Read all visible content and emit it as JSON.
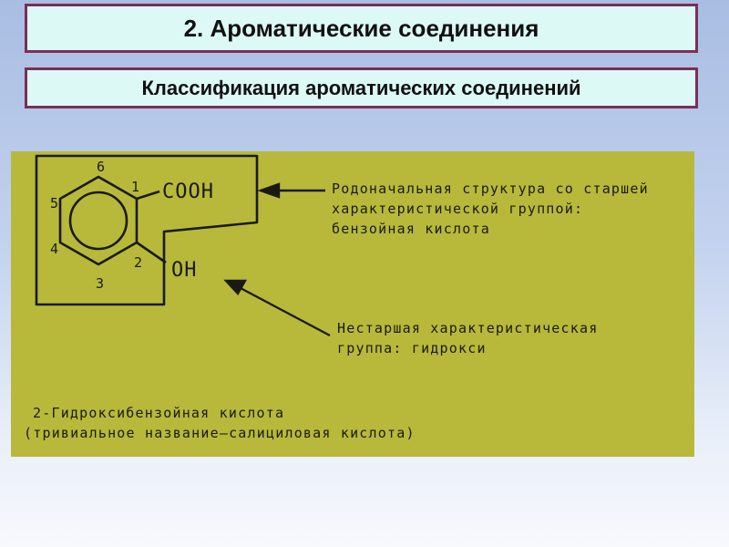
{
  "header": {
    "title": "2. Ароматические соединения",
    "subtitle": "Классификация ароматических соединений"
  },
  "diagram": {
    "ring_numbers": [
      "1",
      "2",
      "3",
      "4",
      "5",
      "6"
    ],
    "group_cooh": "COOH",
    "group_oh": "OH",
    "parent_note": [
      "Родоначальная структура со старшей",
      "характеристической группой:",
      "бензойная кислота"
    ],
    "minor_note": [
      "Нестаршая характеристическая",
      "группа: гидрокси"
    ],
    "compound_name": "2-Гидроксибензойная кислота",
    "trivial_name": "(тривиальное название—салициловая кислота)"
  },
  "colors": {
    "panel": "#b8b93a",
    "box_border": "#7b2f56",
    "box_fill": "#dcf9f6"
  }
}
